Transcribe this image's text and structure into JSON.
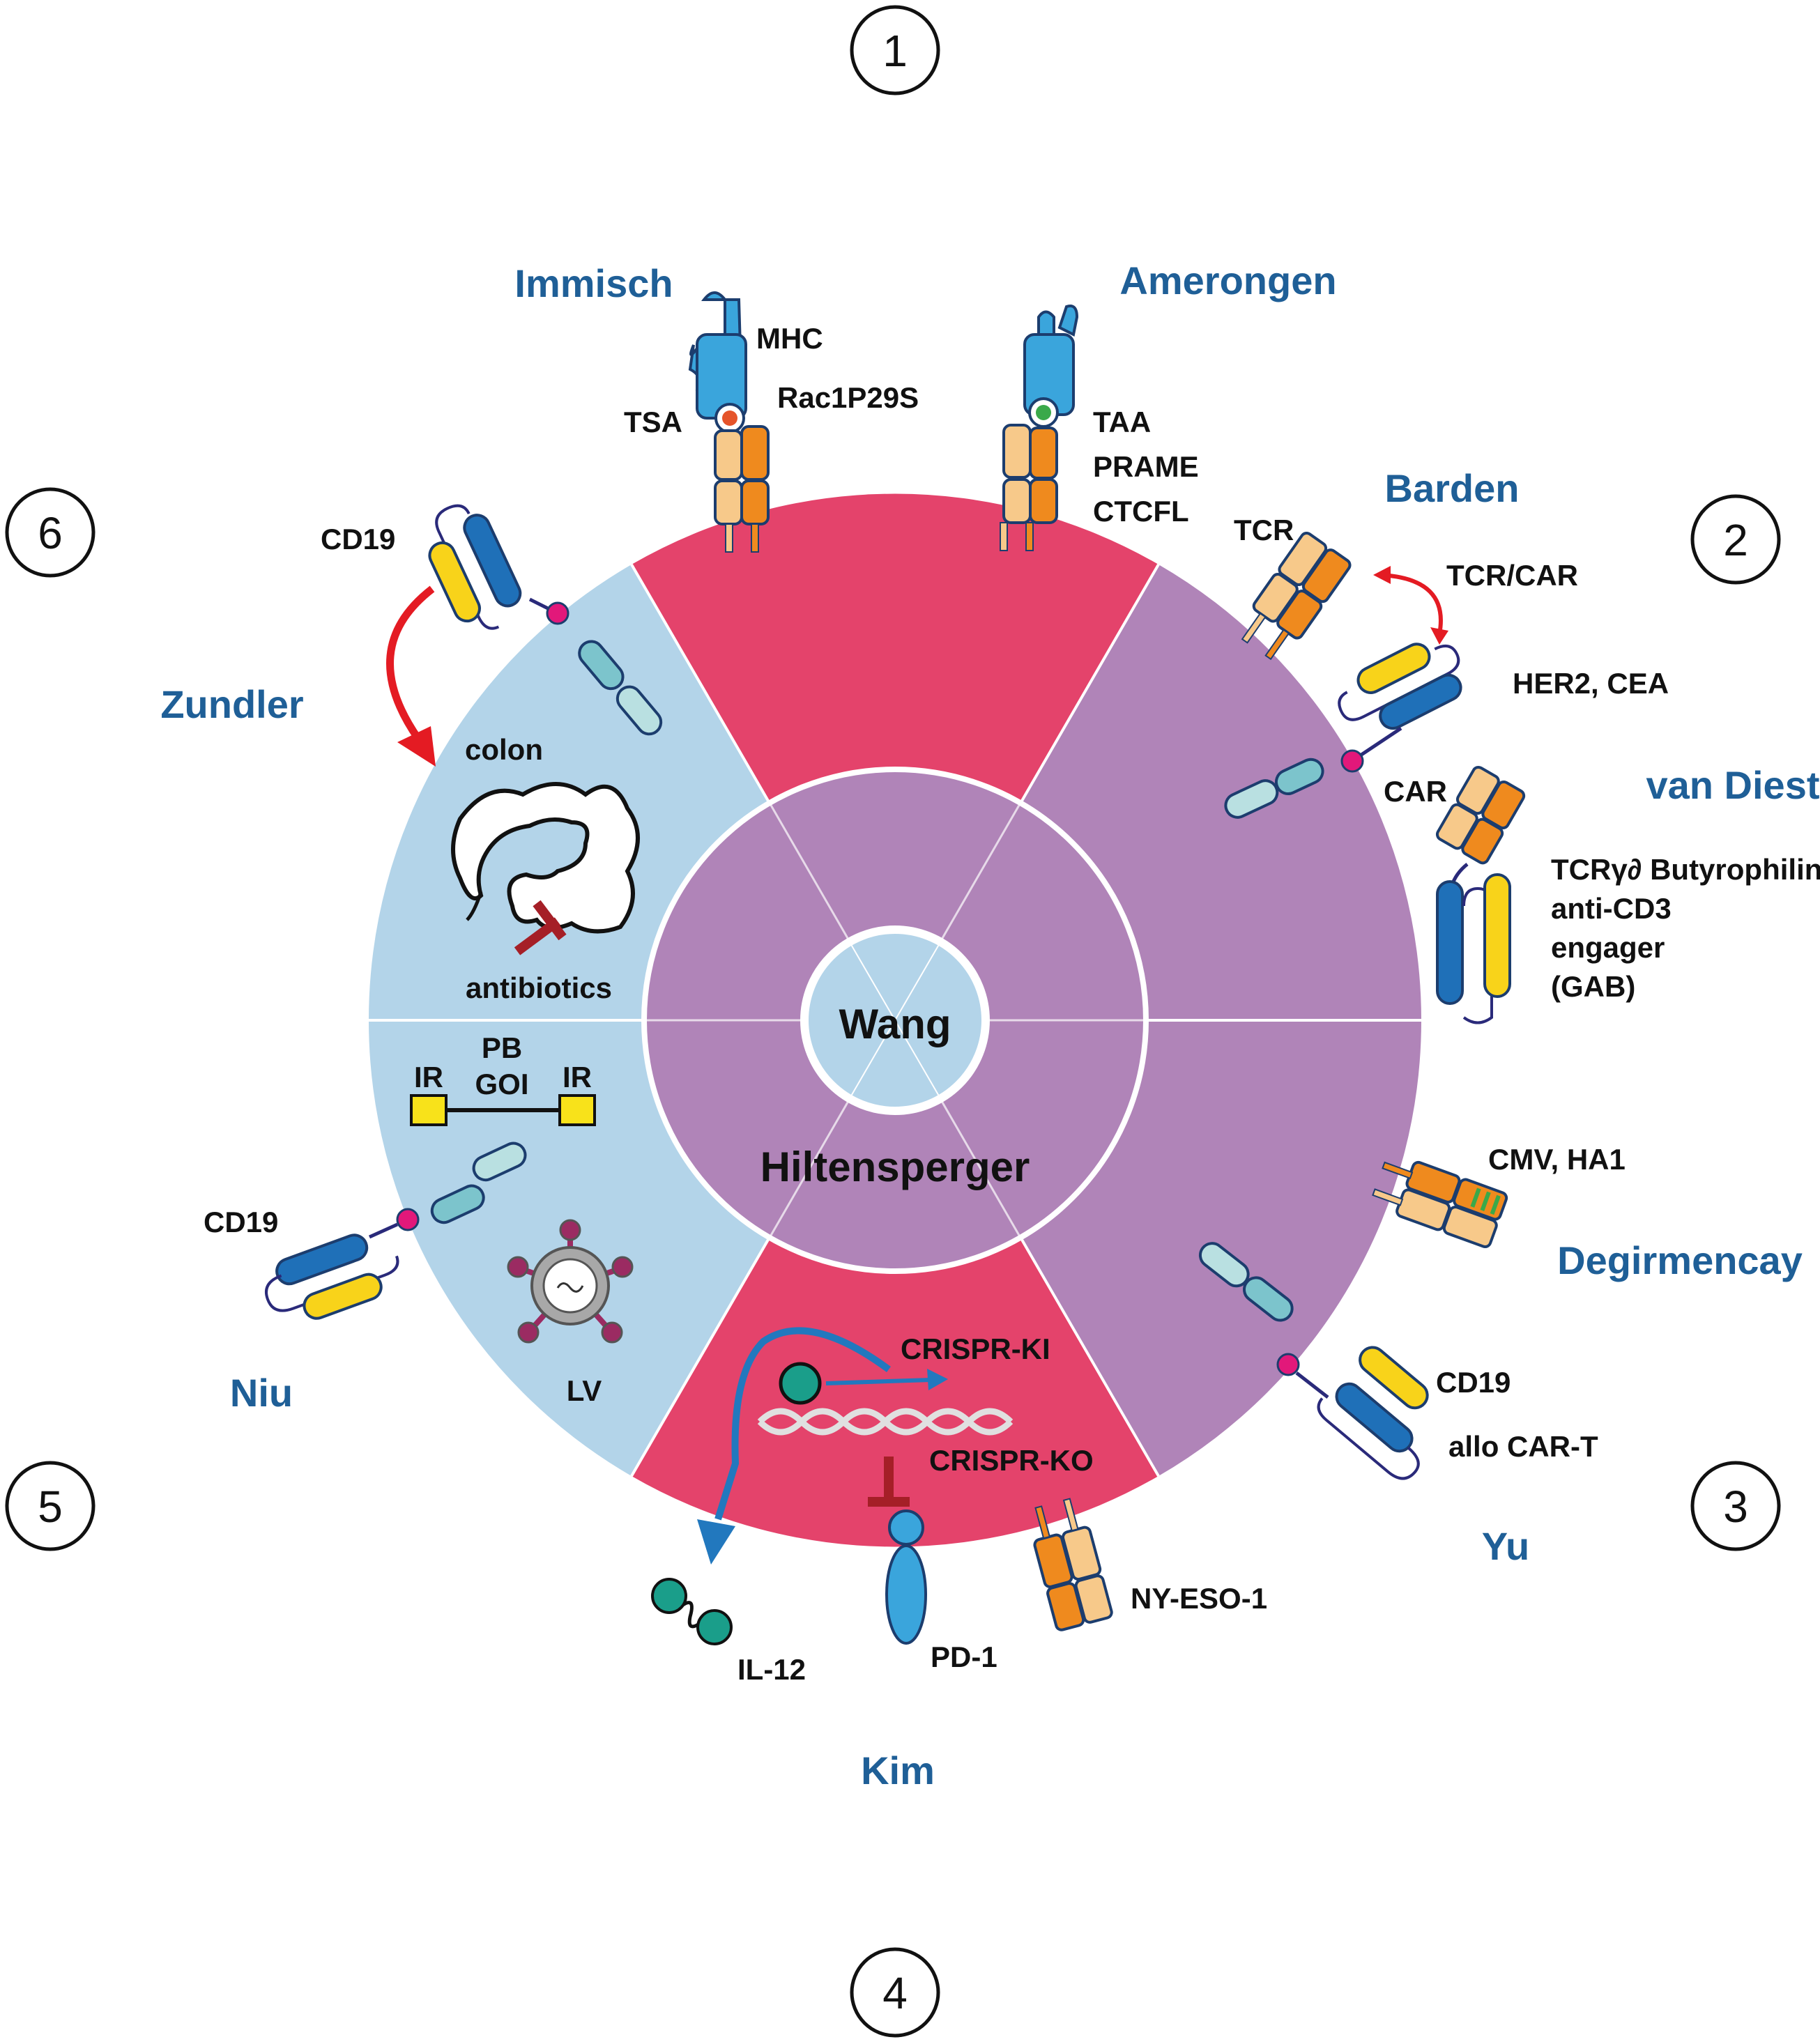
{
  "colors": {
    "red_sector": "#e4436b",
    "purple_sector": "#b084b8",
    "blue_sector": "#b3d4e9",
    "author_text": "#1f5f97",
    "tcr_light": "#f7c98a",
    "tcr_dark": "#ef8a1e",
    "mhc_blue": "#3aa5dc",
    "car_dark_blue": "#1f70b8",
    "car_yellow": "#f8d31a",
    "car_teal": "#7cc4cc",
    "hinge_pink": "#e2187a",
    "arrow_red": "#e41b23",
    "arrow_blue": "#2278be",
    "inhibit_dark_red": "#a51f27",
    "teal_dot": "#1a9e8a",
    "virus_purple": "#9b2b62"
  },
  "section_numbers": [
    "1",
    "2",
    "3",
    "4",
    "5",
    "6"
  ],
  "authors": {
    "immisch": "Immisch",
    "amerongen": "Amerongen",
    "barden": "Barden",
    "van_diest": "van Diest",
    "degirmencay": "Degirmencay",
    "yu": "Yu",
    "kim": "Kim",
    "niu": "Niu",
    "zundler": "Zundler",
    "wang": "Wang",
    "hiltensperger": "Hiltensperger"
  },
  "labels": {
    "mhc": "MHC",
    "rac": "Rac1P29S",
    "tsa": "TSA",
    "taa": "TAA",
    "prame": "PRAME",
    "ctcfl": "CTCFL",
    "tcr": "TCR",
    "tcr_car": "TCR/CAR",
    "her2_cea": "HER2, CEA",
    "car": "CAR",
    "gab_lines": [
      "TCRγ∂ Butyrophilin",
      "anti-CD3",
      "engager",
      "(GAB)"
    ],
    "cmv_ha1": "CMV, HA1",
    "cd19_yu": "CD19",
    "allo_cart": "allo CAR-T",
    "ny_eso": "NY-ESO-1",
    "pd1": "PD-1",
    "il12": "IL-12",
    "crispr_ki": "CRISPR-KI",
    "crispr_ko": "CRISPR-KO",
    "lv": "LV",
    "cd19_niu": "CD19",
    "pb": "PB",
    "goi": "GOI",
    "ir_left": "IR",
    "ir_right": "IR",
    "cd19_zundler": "CD19",
    "colon": "colon",
    "antibiotics": "antibiotics"
  }
}
